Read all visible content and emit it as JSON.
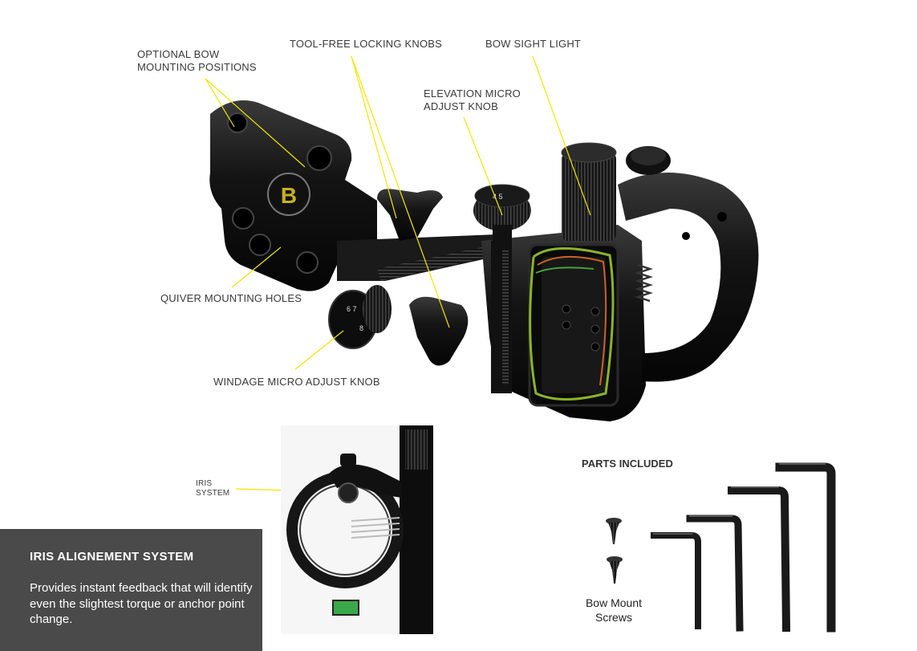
{
  "callouts": {
    "optional_bow": [
      "OPTIONAL BOW",
      "MOUNTING POSITIONS"
    ],
    "tool_free": "TOOL-FREE LOCKING KNOBS",
    "bow_sight_light": "BOW SIGHT LIGHT",
    "elevation": [
      "ELEVATION MICRO",
      "ADJUST KNOB"
    ],
    "quiver": "QUIVER MOUNTING HOLES",
    "windage": "WINDAGE MICRO ADJUST KNOB",
    "iris": [
      "IRIS",
      "SYSTEM"
    ]
  },
  "iris_panel": {
    "title": "IRIS ALIGNEMENT SYSTEM",
    "body": "Provides instant feedback that will identify even the slightest torque or anchor point change."
  },
  "parts": {
    "title": "PARTS INCLUDED",
    "screws_caption": [
      "Bow Mount",
      "Screws"
    ]
  },
  "colors": {
    "callout_line": "#f2e600",
    "product_black": "#151515",
    "panel_bg": "#4a4a4a"
  }
}
